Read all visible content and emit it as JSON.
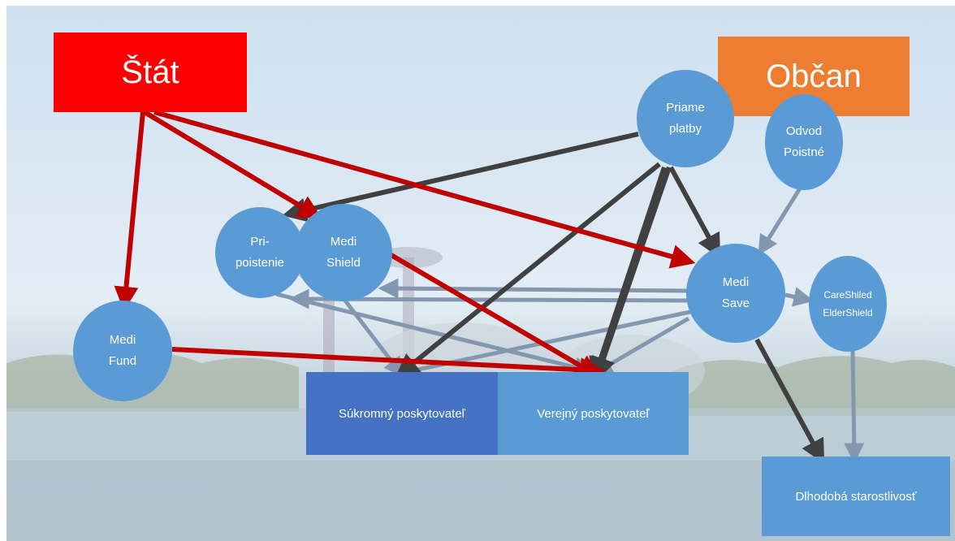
{
  "actors": {
    "stat": "Štát",
    "obcan": "Občan"
  },
  "nodes": {
    "priame_platby": "Priame\nplatby",
    "odvod_poistne": "Odvod\nPoistné",
    "pripoistenie": "Pri-\npoistenie",
    "medishield": "Medi\nShield",
    "medisave": "Medi\nSave",
    "careshield": "CareShiled\nElderShield",
    "medifund": "Medi\nFund"
  },
  "providers": {
    "private": "Súkromný poskytovateľ",
    "public": "Verejný poskytovateľ"
  },
  "longterm": "Dlhodobá starostlivosť",
  "colors": {
    "stat_box": "#ff0000",
    "obcan_box": "#ed7d31",
    "node": "#5b9bd5",
    "private_box": "#4472c4",
    "public_box": "#5b9bd5",
    "longterm_box": "#5b9bd5",
    "arrow_state": "#c00000",
    "arrow_citizen": "#404040",
    "arrow_flow": "#8497b0"
  }
}
